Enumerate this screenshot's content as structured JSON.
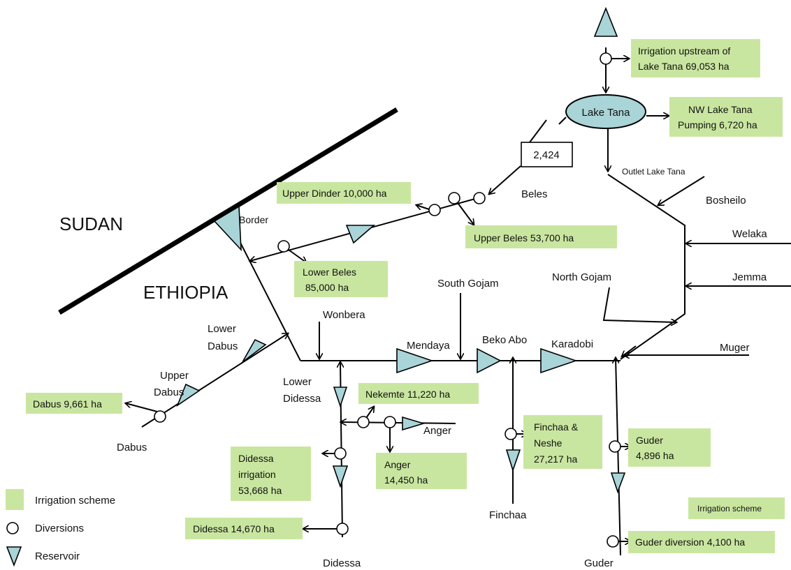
{
  "regions": {
    "sudan": "SUDAN",
    "ethiopia": "ETHIOPIA"
  },
  "colors": {
    "irrigation": "#c9e6a0",
    "reservoir": "#a9d4d8",
    "lake": "#a9d4d8",
    "line": "#000000"
  },
  "lake": "Lake Tana",
  "boxes": {
    "upstream": [
      "Irrigation upstream of",
      "Lake Tana 69,053 ha"
    ],
    "nw_pumping": [
      "NW Lake Tana",
      "Pumping 6,720 ha"
    ],
    "upper_dinder": [
      "Upper Dinder 10,000 ha"
    ],
    "upper_beles": [
      "Upper Beles 53,700 ha"
    ],
    "lower_beles": [
      "Lower Beles",
      " 85,000 ha"
    ],
    "nekemte": [
      "Nekemte 11,220 ha"
    ],
    "dabus_irr": [
      "Dabus 9,661 ha"
    ],
    "finchaa_neshe": [
      "Finchaa &",
      "Neshe",
      "27,217 ha"
    ],
    "guder_irr": [
      "Guder",
      "4,896 ha"
    ],
    "didessa_irr": [
      "Didessa",
      "irrigation",
      "53,668 ha"
    ],
    "anger_irr": [
      "Anger",
      "14,450 ha"
    ],
    "didessa_14670": [
      "Didessa 14,670 ha"
    ],
    "guder_diversion": [
      "Guder diversion 4,100 ha"
    ],
    "irrigation_scheme_small": [
      "Irrigation scheme"
    ]
  },
  "flow_value": "2,424",
  "labels": {
    "outlet_lake_tana": "Outlet Lake Tana",
    "beles": "Beles",
    "bosheilo": "Bosheilo",
    "welaka": "Welaka",
    "jemma": "Jemma",
    "north_gojam": "North Gojam",
    "south_gojam": "South Gojam",
    "border": "Border",
    "wonbera": "Wonbera",
    "mendaya": "Mendaya",
    "beko_abo": "Beko Abo",
    "karadobi": "Karadobi",
    "muger": "Muger",
    "lower_dabus": [
      "Lower",
      "Dabus"
    ],
    "upper_dabus": [
      "Upper",
      "Dabus"
    ],
    "lower_didessa": [
      "Lower",
      "Didessa"
    ],
    "anger": "Anger",
    "dabus": "Dabus",
    "finchaa": "Finchaa",
    "didessa": "Didessa",
    "guder": "Guder"
  },
  "legend": {
    "irrigation": "Irrigation scheme",
    "diversions": "Diversions",
    "reservoir": "Reservoir"
  }
}
